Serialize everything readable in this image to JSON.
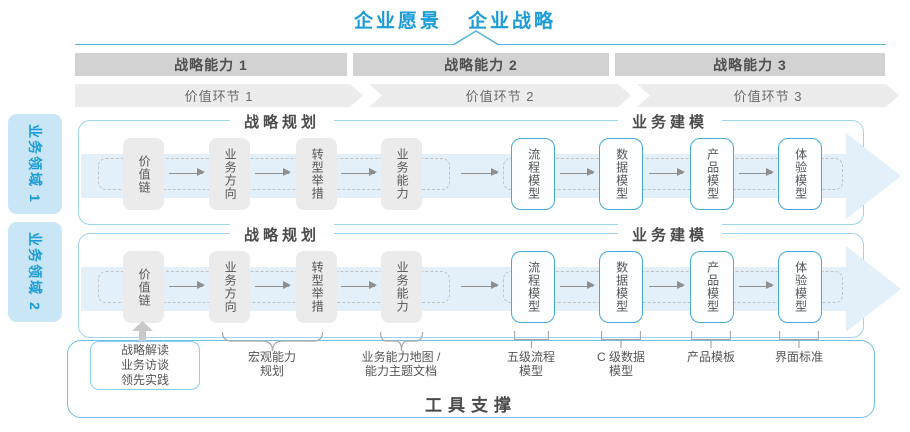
{
  "header": {
    "vision": "企业愿景",
    "strategy": "企业战略",
    "capabilities": [
      "战略能力 1",
      "战略能力 2",
      "战略能力 3"
    ],
    "value_links": [
      "价值环节 1",
      "价值环节 2",
      "价值环节 3"
    ]
  },
  "domains": [
    "业务领域 1",
    "业务领域 2"
  ],
  "flow": {
    "strategy_title": "战略规划",
    "modeling_title": "业务建模",
    "strategy_boxes": [
      "价值链",
      "业务方向",
      "转型举措",
      "业务能力"
    ],
    "model_boxes": [
      "流程模型",
      "数据模型",
      "产品模型",
      "体验模型"
    ]
  },
  "tools": {
    "title": "工具支撑",
    "practice_box": [
      "战略解读",
      "业务访谈",
      "领先实践"
    ],
    "annotations": [
      {
        "lines": [
          "宏观能力",
          "规划"
        ]
      },
      {
        "lines": [
          "业务能力地图 /",
          "能力主题文档"
        ]
      },
      {
        "lines": [
          "五级流程",
          "模型"
        ]
      },
      {
        "lines": [
          "C 级数据",
          "模型"
        ]
      },
      {
        "lines": [
          "产品模板"
        ]
      },
      {
        "lines": [
          "界面标准"
        ]
      }
    ]
  },
  "colors": {
    "accent_blue": "#1b9cd8",
    "light_blue_border": "#9fd4ee",
    "chevron_fill": "#e3f0f9",
    "bar_gray": "#d2d2d2",
    "box_gray": "#ebebeb"
  }
}
